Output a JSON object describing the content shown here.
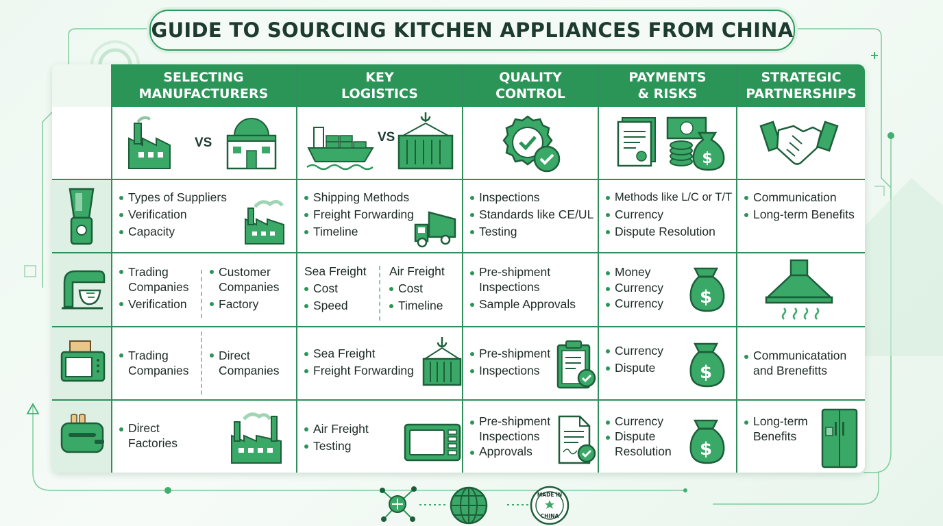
{
  "title": "GUIDE TO SOURCING KITCHEN APPLIANCES FROM CHINA",
  "colors": {
    "primary": "#2a9557",
    "dark": "#1d3b2f",
    "light": "#ddf0e3",
    "background": "#eef8f1"
  },
  "columns": [
    {
      "label": "SELECTING\nMANUFACTURERS",
      "icons": [
        "factory-icon",
        "vs-text",
        "office-building-icon"
      ],
      "vs": "VS"
    },
    {
      "label": "KEY\nLOGISTICS",
      "icons": [
        "cargo-ship-icon",
        "vs-text",
        "shipping-container-icon"
      ],
      "vs": "VS"
    },
    {
      "label": "QUALITY\nCONTROL",
      "icons": [
        "quality-badge-check-icon"
      ]
    },
    {
      "label": "PAYMENTS\n& RISKS",
      "icons": [
        "contract-document-icon",
        "cash-coins-money-bag-icon"
      ]
    },
    {
      "label": "STRATEGIC\nPARTNERSHIPS",
      "icons": [
        "handshake-icon"
      ]
    }
  ],
  "rows": [
    {
      "appliance_icon": "blender-icon",
      "cells": [
        {
          "items": [
            "Types of Suppliers",
            "Verification",
            "Capacity"
          ],
          "icon": "factory-icon"
        },
        {
          "items": [
            "Shipping Methods",
            "Freight Forwarding",
            "Timeline"
          ],
          "icon": "truck-icon"
        },
        {
          "items": [
            "Inspections",
            "Standards like CE/UL",
            "Testing"
          ]
        },
        {
          "items": [
            "Methods like L/C or T/T",
            "Currency",
            "Dispute Resolution"
          ]
        },
        {
          "items": [
            "Communication",
            "Long-term Benefits"
          ]
        }
      ]
    },
    {
      "appliance_icon": "stand-mixer-icon",
      "cells": [
        {
          "left": {
            "lines": [
              "Trading",
              "Companies",
              "Verification"
            ]
          },
          "right": {
            "lines": [
              "Customer",
              "Companies",
              "Factory"
            ]
          }
        },
        {
          "left": {
            "heading": "Sea Freight",
            "items": [
              "Cost",
              "Speed"
            ]
          },
          "right": {
            "heading": "Air Freight",
            "items": [
              "Cost",
              "Timeline"
            ]
          }
        },
        {
          "items": [
            "Pre-shipment\nInspections",
            "Sample Approvals"
          ]
        },
        {
          "items": [
            "Money",
            "Currency",
            "Currency"
          ],
          "icon": "money-bag-icon"
        },
        {
          "icon": "range-hood-icon"
        }
      ]
    },
    {
      "appliance_icon": "microwave-toaster-icon",
      "cells": [
        {
          "left": {
            "lines": [
              "Trading",
              "Companies"
            ]
          },
          "right": {
            "lines": [
              "Direct",
              "Companies"
            ]
          }
        },
        {
          "items": [
            "Sea Freight",
            "Freight Forwarding"
          ],
          "icon": "container-crane-icon"
        },
        {
          "items": [
            "Pre-shipment",
            "Inspections"
          ],
          "icon": "clipboard-check-icon"
        },
        {
          "items": [
            "Currency",
            "Dispute"
          ],
          "icon": "money-bag-icon"
        },
        {
          "items": [
            "Communicatation\nand Brenefitts"
          ]
        }
      ]
    },
    {
      "appliance_icon": "toaster-icon",
      "cells": [
        {
          "items": [
            "Direct\nFactories"
          ],
          "icon": "factory-icon"
        },
        {
          "items": [
            "Air Freight",
            "Testing"
          ],
          "icon": "microwave-icon"
        },
        {
          "items": [
            "Pre-shipment\nInspections",
            "Approvals"
          ],
          "icon": "document-check-icon"
        },
        {
          "items": [
            "Currency",
            "Dispute\nResolution"
          ],
          "icon": "money-bag-icon"
        },
        {
          "items": [
            "Long-term\nBenefits"
          ],
          "icon": "refrigerator-icon"
        }
      ]
    }
  ],
  "footer": {
    "icons": [
      "network-nodes-icon",
      "globe-icon",
      "made-in-china-stamp-icon"
    ],
    "stamp_text": "MADE IN CHINA"
  }
}
